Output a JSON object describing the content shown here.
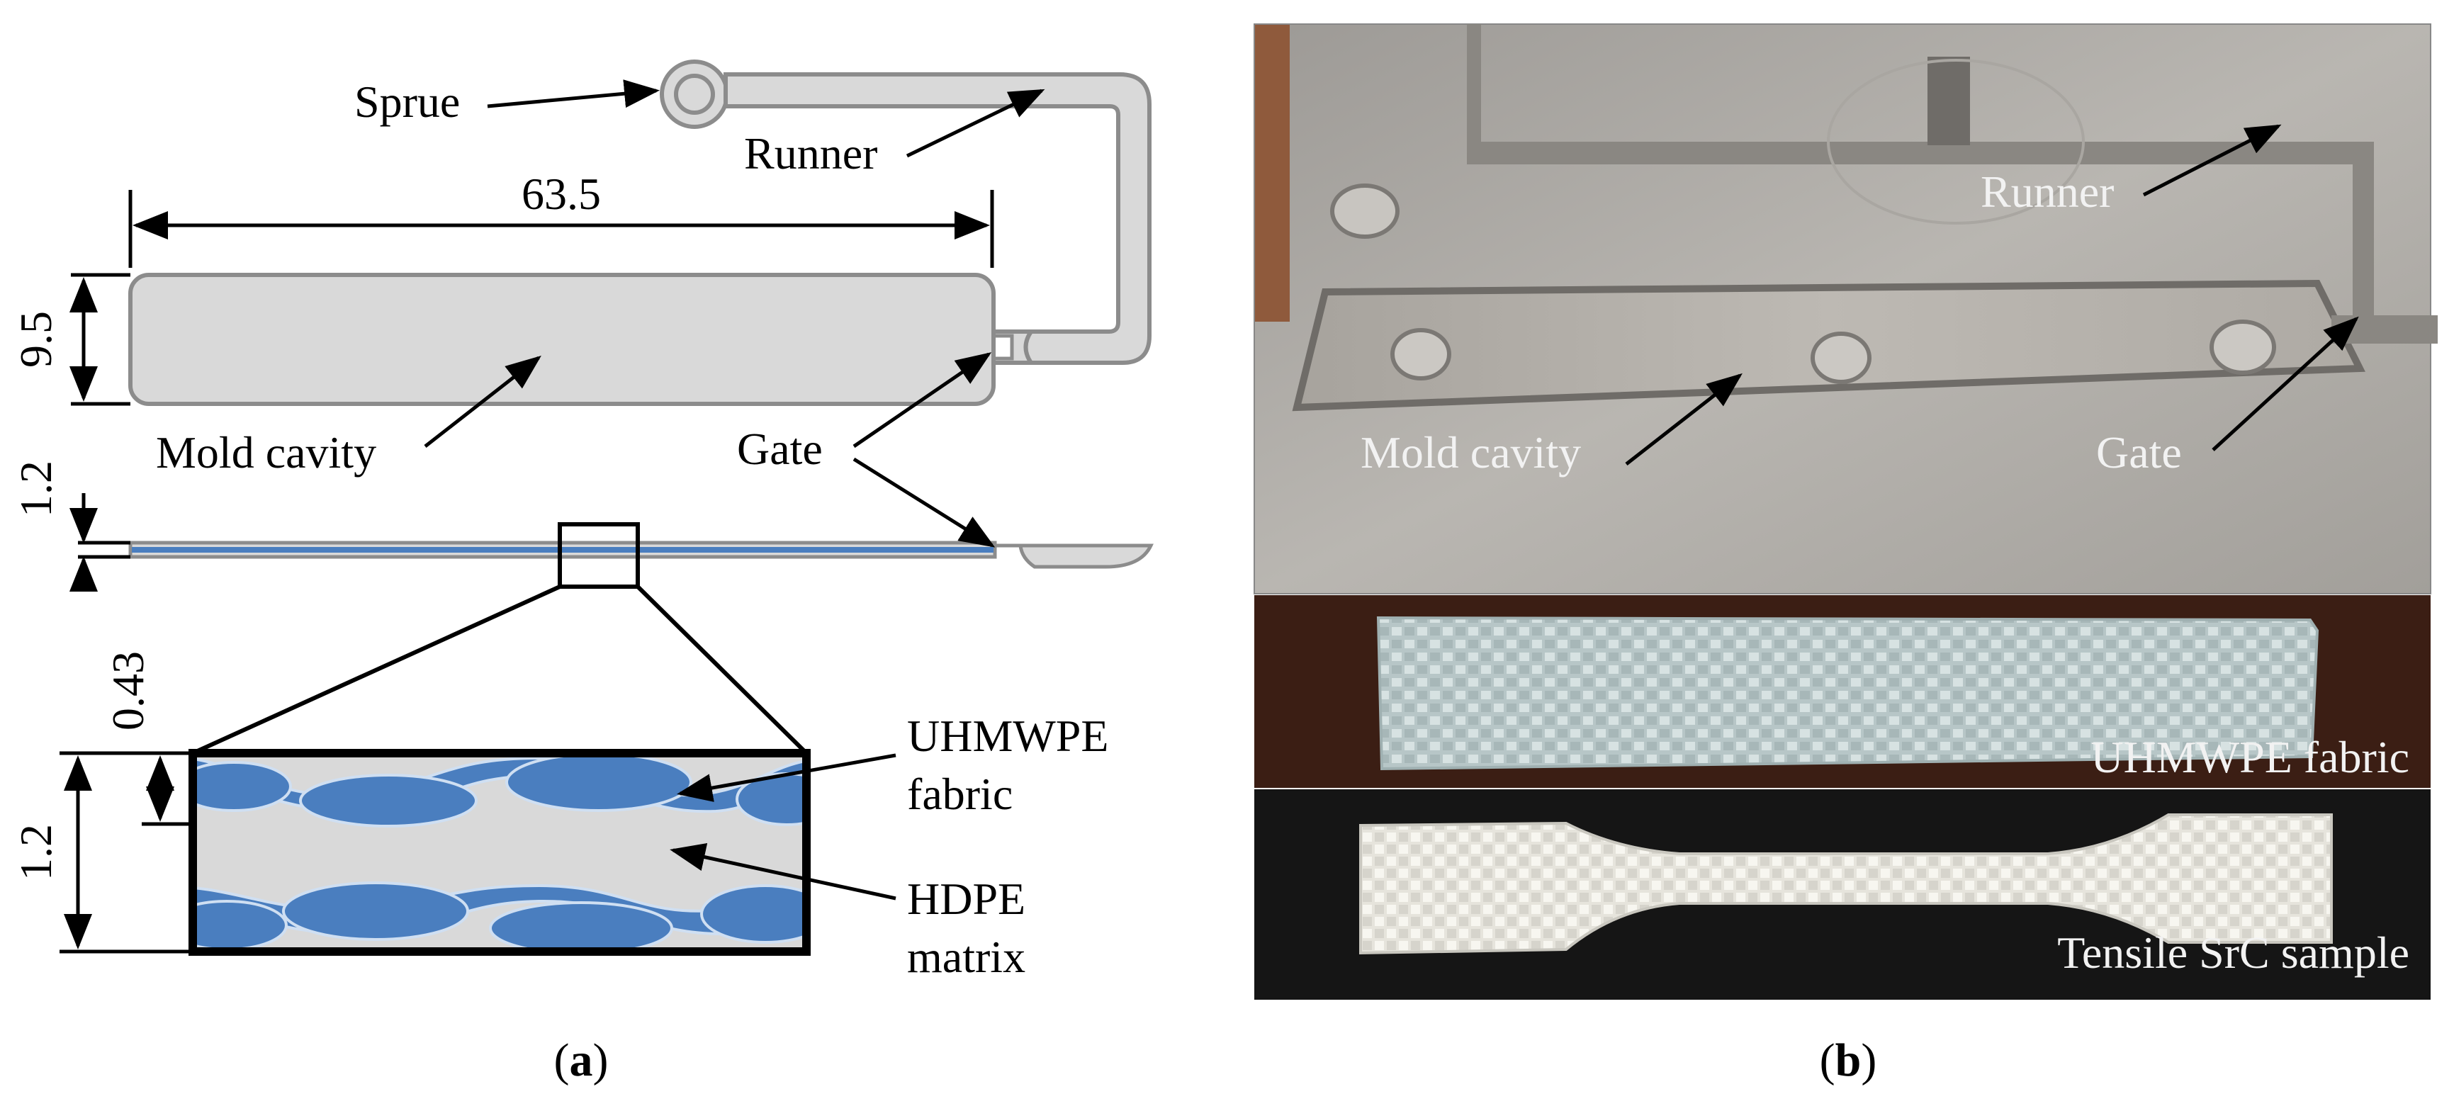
{
  "panel_a": {
    "caption_letter": "a",
    "labels": {
      "sprue": "Sprue",
      "runner": "Runner",
      "mold_cavity": "Mold cavity",
      "gate": "Gate",
      "fabric": "UHMWPE",
      "fabric_2": "fabric",
      "matrix": "HDPE",
      "matrix_2": "matrix"
    },
    "dimensions": {
      "length": "63.5",
      "width": "9.5",
      "thickness": "1.2",
      "layer_offset": "0.43",
      "detail_thickness": "1.2"
    },
    "colors": {
      "cavity_fill": "#d9d9d9",
      "outline": "#8c8c8c",
      "fabric": "#4a7ebf",
      "matrix": "#d9d9d9"
    }
  },
  "panel_b": {
    "caption_letter": "b",
    "labels": {
      "runner": "Runner",
      "mold_cavity": "Mold cavity",
      "gate": "Gate",
      "fabric": "UHMWPE fabric",
      "sample": "Tensile SrC sample"
    }
  }
}
